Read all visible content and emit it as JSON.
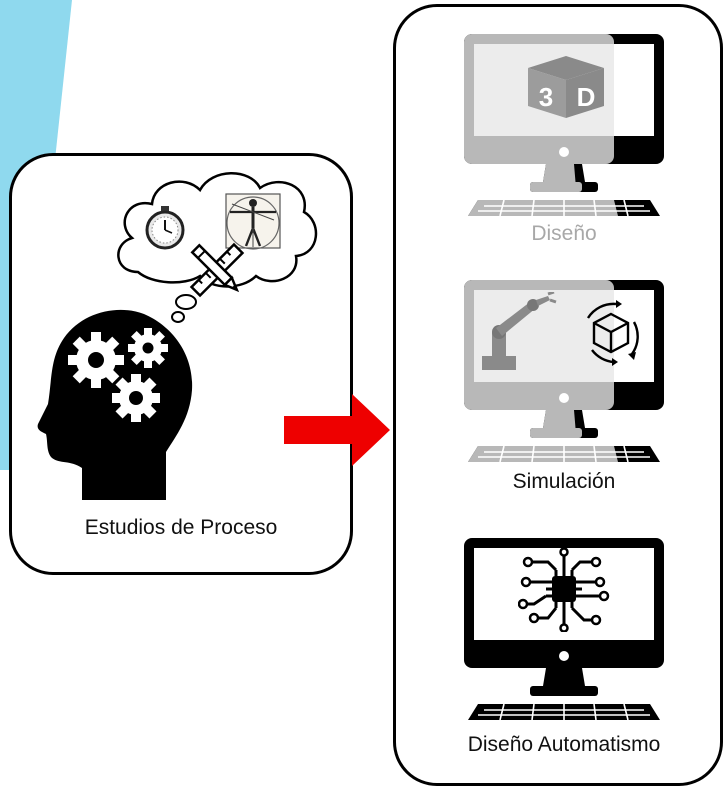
{
  "left_panel": {
    "caption": "Estudios de Proceso"
  },
  "right_panel": {
    "items": [
      {
        "label": "Diseño",
        "screen_icon": "3d-cube-icon",
        "state": "faded"
      },
      {
        "label": "Simulación",
        "screen_icon": "robot-arm-and-3d-cube-icon",
        "state": "faded"
      },
      {
        "label": "Diseño Automatismo",
        "screen_icon": "microchip-circuit-icon",
        "state": "active"
      }
    ]
  },
  "colors": {
    "accent_blue": "#8fd9ee",
    "arrow_red": "#ee0000",
    "outline": "#000000",
    "faded_gray": "#a8a8a8"
  }
}
